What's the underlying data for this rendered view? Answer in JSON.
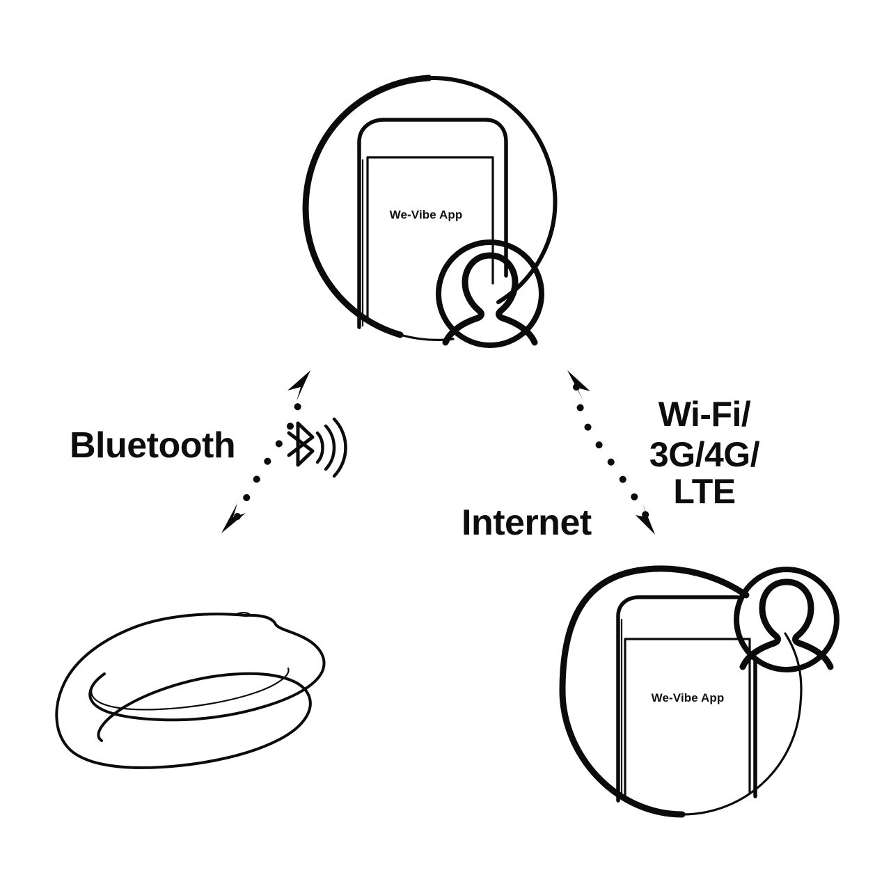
{
  "diagram": {
    "title": "We-Vibe App connectivity diagram",
    "background_color": "#ffffff",
    "ink_color": "#0b0b0b"
  },
  "nodes": {
    "phone_top": {
      "name": "Local smartphone running the app",
      "app_label": "We-Vibe App",
      "badge": "user-avatar"
    },
    "device": {
      "name": "We-Vibe wearable device",
      "app_label": ""
    },
    "phone_remote": {
      "name": "Remote smartphone running the app",
      "app_label": "We-Vibe App",
      "badge": "user-avatar"
    }
  },
  "connections": {
    "bluetooth": {
      "label": "Bluetooth",
      "icon": "bluetooth-signal-icon",
      "direction": "bidirectional"
    },
    "internet": {
      "label": "Internet",
      "technologies_line1": "Wi-Fi/",
      "technologies_line2": "3G/4G/",
      "technologies_line3": "LTE",
      "direction": "bidirectional"
    }
  }
}
